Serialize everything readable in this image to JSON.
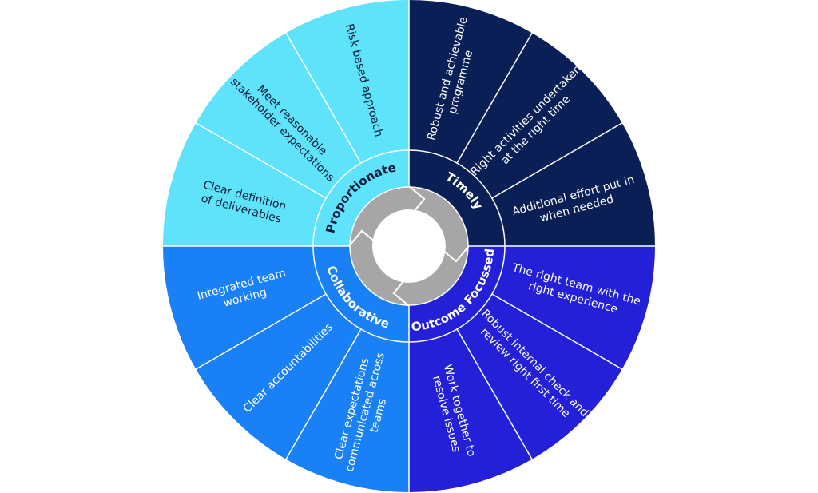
{
  "diagram": {
    "quadrants": [
      {
        "label": "Proportionate",
        "color": "#5ee3fa",
        "text_color": "#0b1a3a",
        "items": [
          "Clear definition|of deliverables",
          "Meet reasonable|stakeholder expectations",
          "Risk based approach"
        ]
      },
      {
        "label": "Timely",
        "color": "#0a1f56",
        "text_color": "#ffffff",
        "items": [
          "Robust and achievable|programme",
          "Right activities undertaken|at the right time",
          "Additional effort put in|when needed"
        ]
      },
      {
        "label": "Outcome Focussed",
        "color": "#2420d8",
        "text_color": "#ffffff",
        "items": [
          "The right team with the|right experience",
          "Robust internal check and|review right first time",
          "Work together to|resolve issues"
        ]
      },
      {
        "label": "Collaborative",
        "color": "#1a80f5",
        "text_color": "#ffffff",
        "items": [
          "Clear expectations|communicated across|teams",
          "Clear accountabilities",
          "Integrated team|working"
        ]
      }
    ],
    "cycle_color": "#a6a6a6"
  }
}
